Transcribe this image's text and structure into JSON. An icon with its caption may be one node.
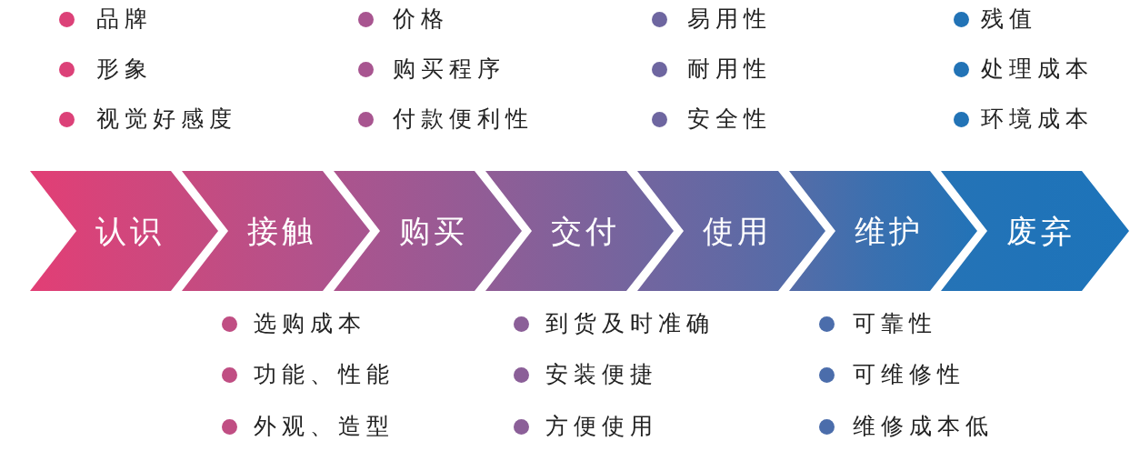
{
  "diagram": {
    "nodes": [
      {
        "text": [
          "认识"
        ],
        "beside": [
          "品牌",
          "形象",
          "视觉好感度"
        ]
      },
      {
        "text": [
          "接触"
        ],
        "beside": [
          "选购成本",
          "功能、性能",
          "外观、造型"
        ]
      },
      {
        "text": [
          "购买"
        ],
        "beside": [
          "价格",
          "购买程序",
          "付款便利性"
        ]
      },
      {
        "text": [
          "交付"
        ],
        "beside": [
          "到货及时准确",
          "安装便捷",
          "方便使用"
        ]
      },
      {
        "text": [
          "使用"
        ],
        "beside": [
          "易用性",
          "耐用性",
          "安全性"
        ]
      },
      {
        "text": [
          "维护"
        ],
        "beside": [
          "可靠性",
          "可维修性",
          "维修成本低"
        ]
      },
      {
        "text": [
          "废弃"
        ],
        "beside": [
          "残值",
          "处理成本",
          "环境成本"
        ]
      }
    ]
  }
}
